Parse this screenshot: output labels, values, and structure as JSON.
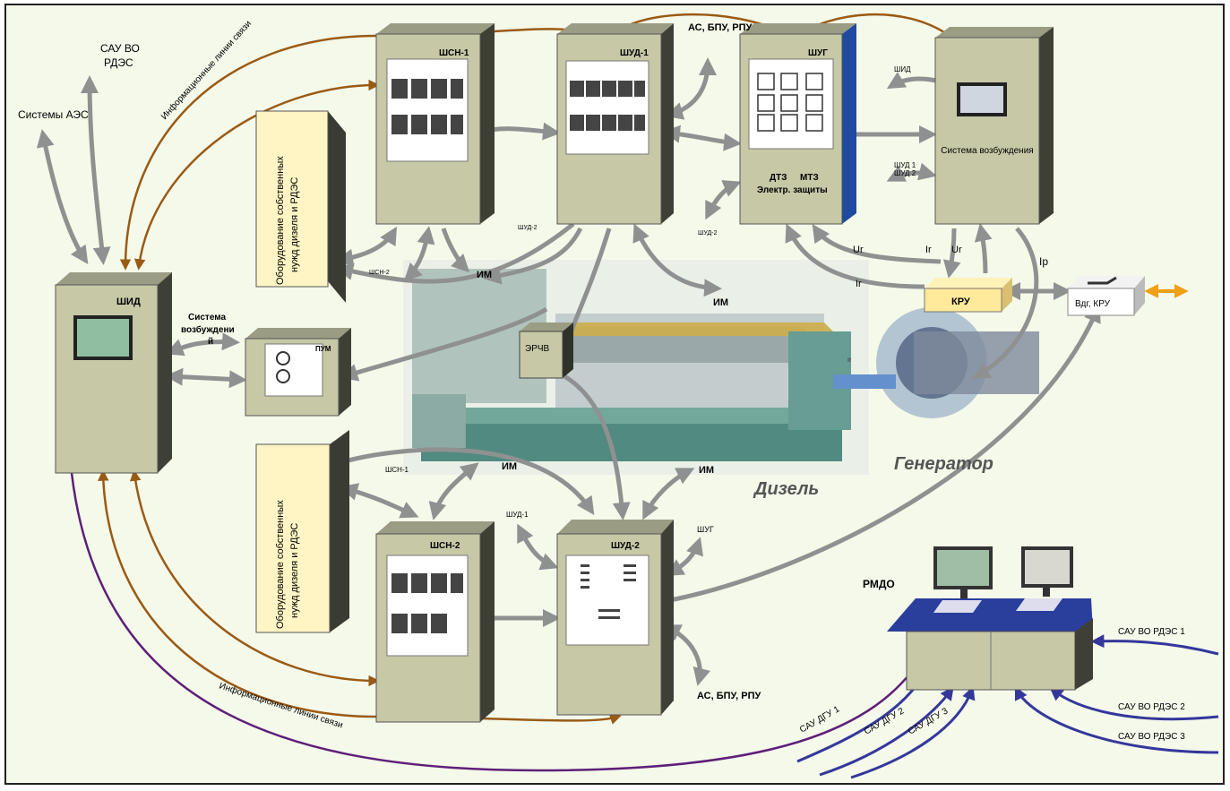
{
  "colors": {
    "background": "#f4f9ea",
    "cabinet_face": "#c6c8a6",
    "cabinet_side": "#3e4036",
    "cabinet_top": "#9a9c84",
    "gray_link": "#8f9190",
    "info_link": "#9a5a14",
    "purple_link": "#5d1f78",
    "blue_link": "#34379a",
    "equipment_panel": "#fff5c4",
    "kru": "#ffe99a",
    "orange_arrow": "#f0a016",
    "desk_top": "#2a3e9c"
  },
  "top": {
    "ac_systems": "Системы АЭС",
    "sau_line1": "САУ ВО",
    "sau_line2": "РДЭС",
    "info_links": "Информационные линии связи",
    "as_top": "АС, БПУ, РПУ"
  },
  "cabinets": {
    "shsn1": "ШСН-1",
    "shud1": "ШУД-1",
    "shug": "ШУГ",
    "exc": "Система возбуждения",
    "shid": "ШИД",
    "pum": "ПУМ",
    "erchv": "ЭРЧВ",
    "shsn2": "ШСН-2",
    "shud2": "ШУД-2"
  },
  "shug_panel": {
    "dtz": "ДТЗ",
    "mtz": "МТЗ",
    "el_prot": "Электр. защиты"
  },
  "equipment": {
    "text1": "Оборудование собственных",
    "text2": "нужд дизеля и РДЭС"
  },
  "labels": {
    "shid_exc": "ШИД",
    "shud1_exc": "ШУД 1",
    "shud2_exc": "ШУД 2",
    "shud2_small_top": "ШУД-2",
    "shud2_small_mid": "ШУД-2",
    "shsn2_small": "ШСН-2",
    "im1": "ИМ",
    "im2": "ИМ",
    "im3": "ИМ",
    "im4": "ИМ",
    "exc_sys_line1": "Система",
    "exc_sys_line2": "возбуждени",
    "exc_sys_line3": "й",
    "ur1": "Ur",
    "ir1": "Ir",
    "ur2": "Ur",
    "ir2": "Ir",
    "ip": "Ip",
    "ir_small": "Ir",
    "kru": "КРУ",
    "vdg_kru": "Вдг, КРУ",
    "shsn1_small": "ШСН-1",
    "shud1_small": "ШУД-1",
    "shug_small": "ШУГ",
    "as_bottom": "АС, БПУ, РПУ",
    "diesel": "Дизель",
    "generator": "Генератор",
    "info_links_bottom": "Информационные линии связи",
    "rmdo": "РМДО",
    "sau_dgu1": "САУ ДГУ 1",
    "sau_dgu2": "САУ ДГУ 2",
    "sau_dgu3": "САУ ДГУ 3",
    "sau_rdes1": "САУ ВО РДЭС 1",
    "sau_rdes2": "САУ ВО РДЭС 2",
    "sau_rdes3": "САУ ВО РДЭС 3"
  }
}
